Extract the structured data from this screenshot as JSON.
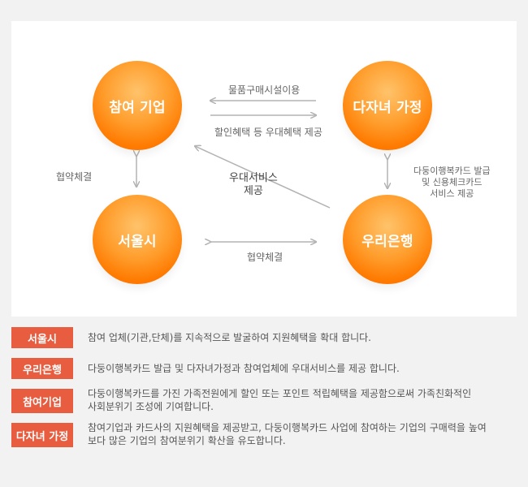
{
  "diagram": {
    "nodes": {
      "participant_company": "참여 기업",
      "multi_child_family": "다자녀 가정",
      "seoul_city": "서울시",
      "woori_bank": "우리은행"
    },
    "edges": {
      "purchase_use": "물품구매시설이용",
      "discount_benefit": "할인혜택 등 우대혜택 제공",
      "agreement_left": "협약체결",
      "agreement_bottom": "협약체결",
      "preferential_service_line1": "우대서비스",
      "preferential_service_line2": "제공",
      "card_issuance_line1": "다둥이행복카드 발급",
      "card_issuance_line2": "및 신용체크카드",
      "card_issuance_line3": "서비스 제공"
    }
  },
  "legend": [
    {
      "tag": "서울시",
      "text": "참여 업체(기관,단체)를 지속적으로 발굴하여 지원혜택을 확대 합니다."
    },
    {
      "tag": "우리은행",
      "text": "다둥이행복카드 발급 및 다자녀가정과 참여업체에 우대서비스를 제공 합니다."
    },
    {
      "tag": "참여기업",
      "text": "다둥이행복카드를 가진 가족전원에게 할인 또는 포인트 적립혜택을 제공함으로써 가족친화적인\n사회분위기 조성에 기여합니다."
    },
    {
      "tag": "다자녀 가정",
      "text": "참여기업과 카드사의 지원혜택을 제공받고, 다둥이행복카드 사업에 참여하는 기업의 구매력을 높여\n보다 많은 기업의 참여분위기 확산을 유도합니다."
    }
  ],
  "colors": {
    "page_background": "#f2f2f2",
    "panel_background": "#ffffff",
    "node_orange": "#ff7a00",
    "legend_tag": "#e85d3f",
    "arrow": "#b3b3b3"
  }
}
